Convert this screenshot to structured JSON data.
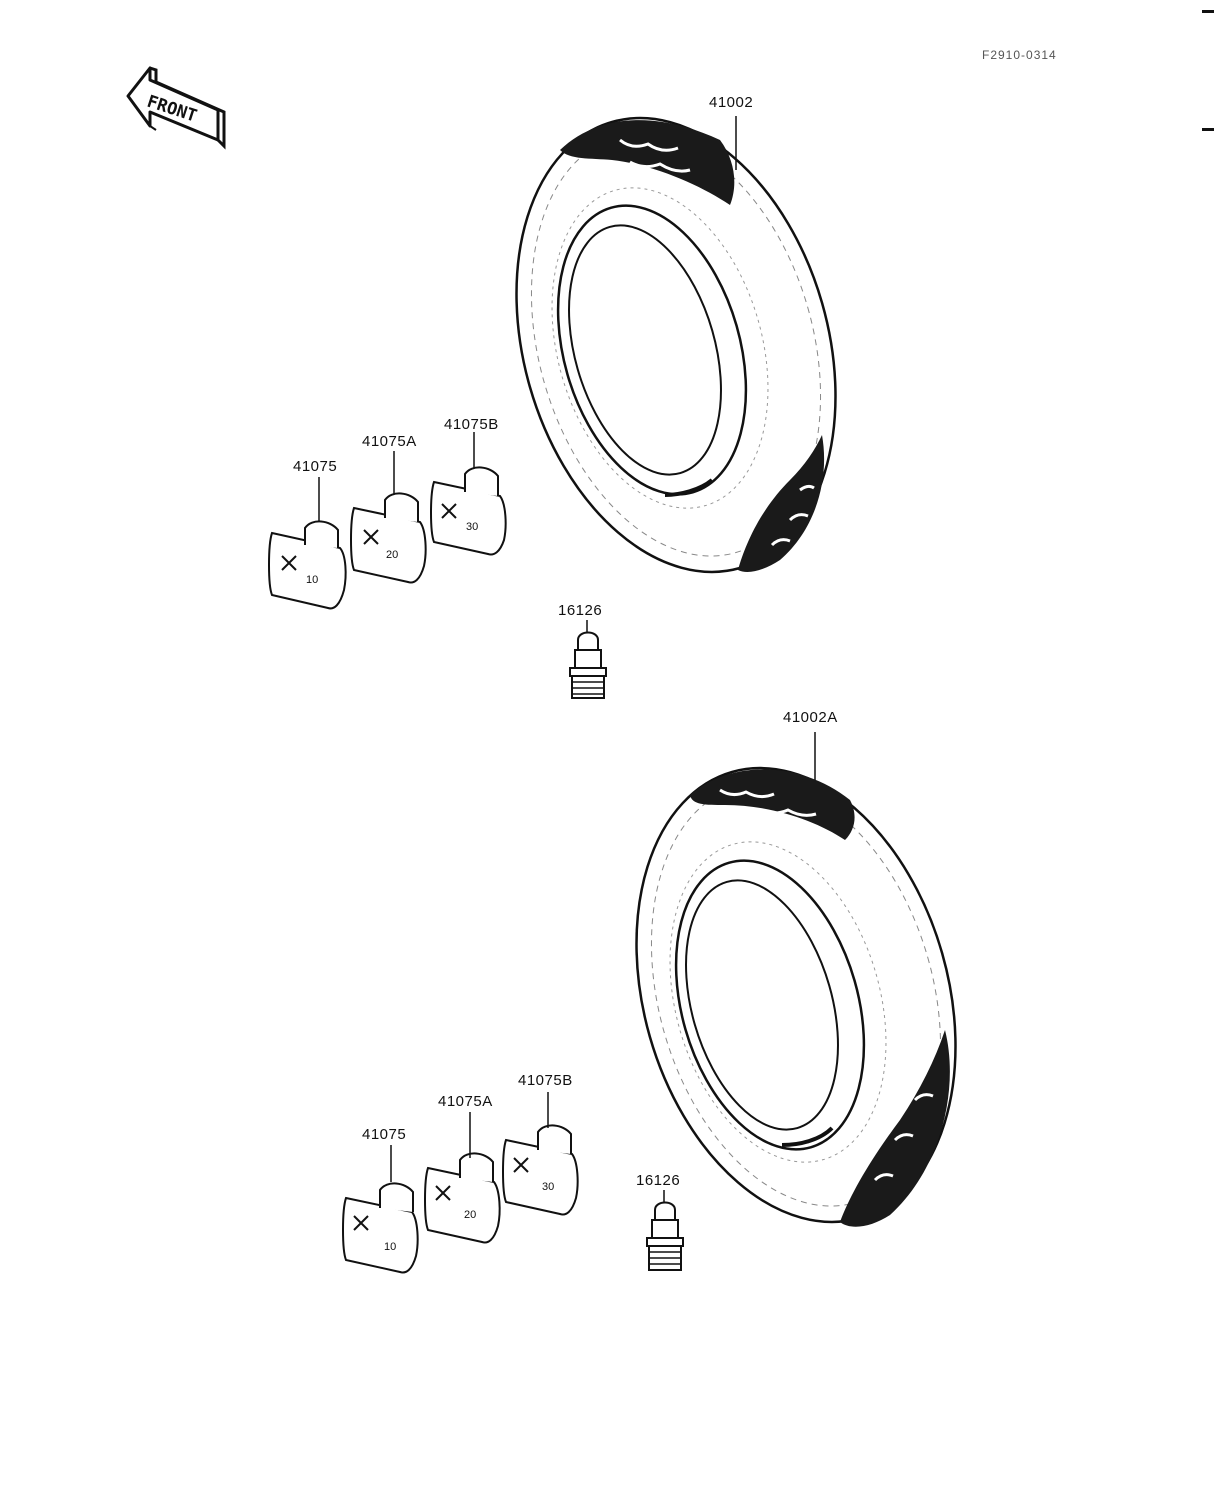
{
  "diagram_code": "F2910-0314",
  "front_label": "FRONT",
  "upper": {
    "tire_label": "41002",
    "weight_labels": [
      "41075",
      "41075A",
      "41075B"
    ],
    "valve_label": "16126"
  },
  "lower": {
    "tire_label": "41002A",
    "weight_labels": [
      "41075",
      "41075A",
      "41075B"
    ],
    "valve_label": "16126"
  }
}
